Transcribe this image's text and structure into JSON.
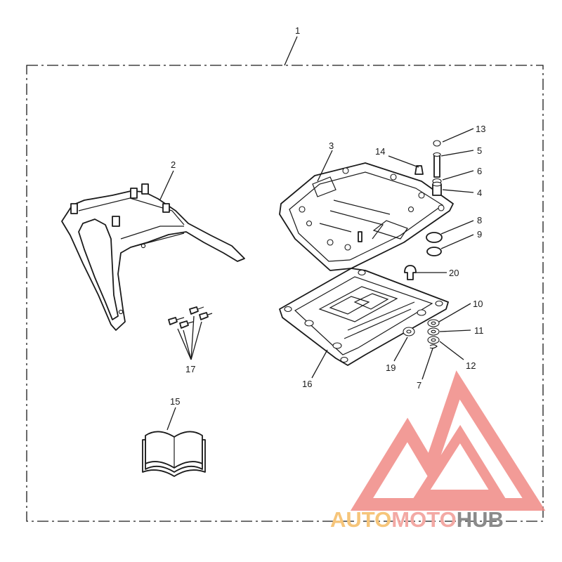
{
  "diagram": {
    "callouts": [
      {
        "id": "c1",
        "label": "1"
      },
      {
        "id": "c2",
        "label": "2"
      },
      {
        "id": "c3",
        "label": "3"
      },
      {
        "id": "c4",
        "label": "4"
      },
      {
        "id": "c5",
        "label": "5"
      },
      {
        "id": "c6",
        "label": "6"
      },
      {
        "id": "c7",
        "label": "7"
      },
      {
        "id": "c8",
        "label": "8"
      },
      {
        "id": "c9",
        "label": "9"
      },
      {
        "id": "c10",
        "label": "10"
      },
      {
        "id": "c11",
        "label": "11"
      },
      {
        "id": "c12",
        "label": "12"
      },
      {
        "id": "c13",
        "label": "13"
      },
      {
        "id": "c14",
        "label": "14"
      },
      {
        "id": "c15",
        "label": "15"
      },
      {
        "id": "c16",
        "label": "16"
      },
      {
        "id": "c17",
        "label": "17"
      },
      {
        "id": "c19",
        "label": "19"
      },
      {
        "id": "c20",
        "label": "20"
      }
    ]
  },
  "watermark": {
    "text_auto": "AUTO",
    "text_moto": "MOTO",
    "text_hub": "HUB",
    "colors": {
      "auto": "#f6c57a",
      "moto": "#f3a9a4",
      "hub": "#8a8a8a",
      "logo": "#f08a85"
    }
  }
}
